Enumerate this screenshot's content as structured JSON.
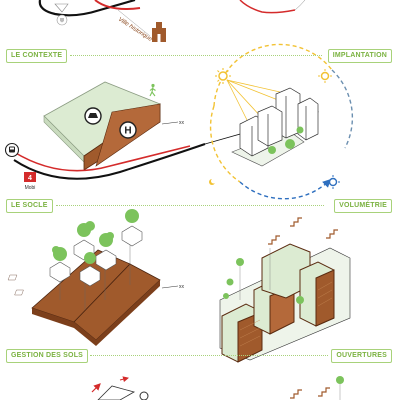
{
  "panels": {
    "contexte": {
      "label": "LE CONTEXTE",
      "annotation": "Ville historique"
    },
    "implantation": {
      "label": "IMPLANTATION"
    },
    "socle": {
      "label": "LE SOCLE",
      "level_mark": "xx",
      "brand": "Mobi"
    },
    "volumetrie": {
      "label": "VOLUMÉTRIE"
    },
    "gestion_sols": {
      "label": "GESTION DES SOLS",
      "level_mark": "xx"
    },
    "ouvertures": {
      "label": "OUVERTURES"
    }
  },
  "colors": {
    "label_green": "#7bb241",
    "terrain_brown": "#a05a2c",
    "block_green": "#dcebd2",
    "tree_green": "#7cc35c",
    "red_route": "#d42b2b",
    "sun_yellow": "#f2c233",
    "moon_blue": "#2e6fbf"
  },
  "icons": [
    "car-icon",
    "hospital-icon",
    "walker-icon",
    "train-icon",
    "sun-icon",
    "tree-icon",
    "stairs-icon"
  ]
}
